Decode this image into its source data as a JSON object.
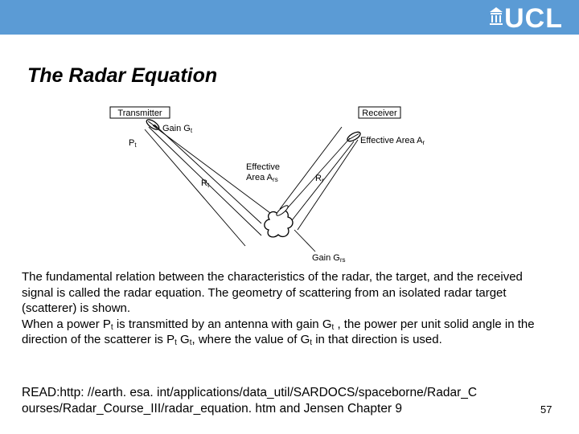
{
  "header": {
    "logo_text": "UCL",
    "accent_color": "#5b9bd5"
  },
  "title": "The Radar Equation",
  "diagram": {
    "transmitter_label": "Transmitter",
    "receiver_label": "Receiver",
    "gain_t": "Gain G",
    "gain_t_sub": "t",
    "p_t": "P",
    "p_t_sub": "t",
    "effective_area_r": "Effective Area A",
    "effective_area_r_sub": "r",
    "effective_area_label_1": "Effective",
    "effective_area_label_2": "Area A",
    "effective_area_label_2_sub": "rs",
    "r_t": "R",
    "r_t_sub": "t",
    "r_r": "R",
    "r_r_sub": "r",
    "gain_s": "Gain G",
    "gain_s_sub": "rs"
  },
  "paragraph1": "The fundamental relation between the characteristics of the radar, the target, and the received signal is called the radar equation. The geometry of scattering from an isolated radar target (scatterer) is shown.",
  "paragraph2": {
    "part1": "When a power P",
    "sub1": "t",
    "part2": " is transmitted by an antenna with gain G",
    "sub2": "t",
    "part3": " , the power per unit solid angle in the direction of the scatterer is P",
    "sub3": "t",
    "part4": " G",
    "sub4": "t",
    "part5": ", where the value of G",
    "sub5": "t",
    "part6": " in that direction is used."
  },
  "read_line": "READ:http: //earth. esa. int/applications/data_util/SARDOCS/spaceborne/Radar_C ourses/Radar_Course_III/radar_equation. htm and Jensen Chapter 9",
  "slide_number": "57"
}
